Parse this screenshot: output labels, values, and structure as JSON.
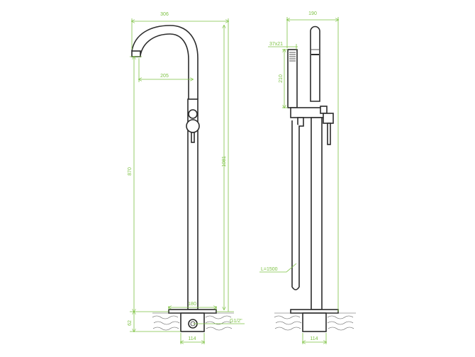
{
  "left_view": {
    "width_total": "306",
    "spout_reach": "205",
    "height_spout": "870",
    "height_total": "1081",
    "base_plate": "180",
    "depth_below_floor": "62",
    "box_width": "114",
    "connection": "G1/2\""
  },
  "right_view": {
    "width_total": "190",
    "handshower_section": "37x21",
    "handshower_length": "210",
    "hose_length": "L=1500",
    "box_width": "114"
  },
  "colors": {
    "dimension": "#7dc243",
    "outline": "#2b2b2b"
  }
}
